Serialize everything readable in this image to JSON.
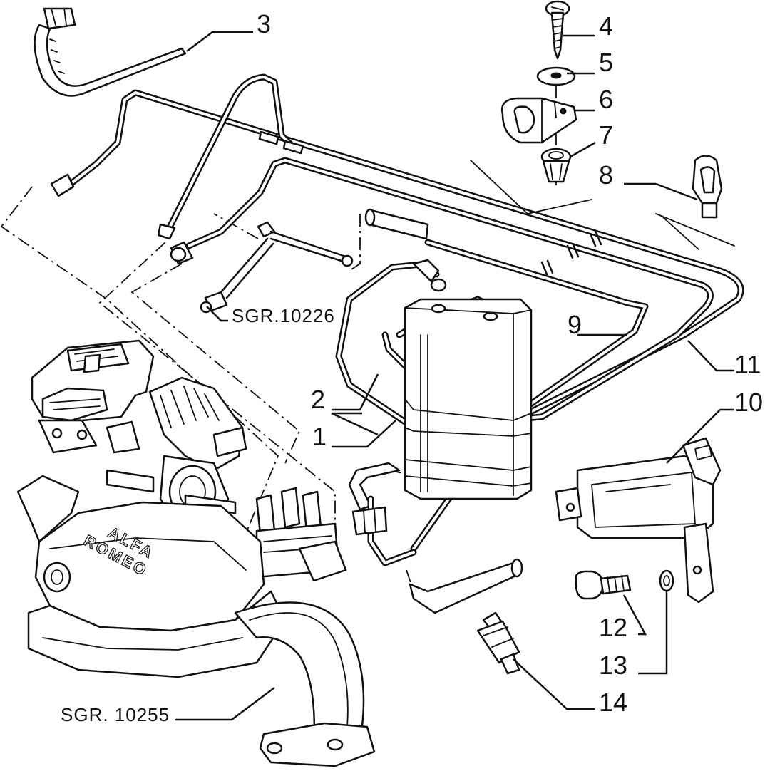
{
  "callouts": [
    {
      "id": "1",
      "label": "1"
    },
    {
      "id": "2",
      "label": "2"
    },
    {
      "id": "3",
      "label": "3"
    },
    {
      "id": "4",
      "label": "4"
    },
    {
      "id": "5",
      "label": "5"
    },
    {
      "id": "6",
      "label": "6"
    },
    {
      "id": "7",
      "label": "7"
    },
    {
      "id": "8",
      "label": "8"
    },
    {
      "id": "9",
      "label": "9"
    },
    {
      "id": "10",
      "label": "10"
    },
    {
      "id": "11",
      "label": "11"
    },
    {
      "id": "12",
      "label": "12"
    },
    {
      "id": "13",
      "label": "13"
    },
    {
      "id": "14",
      "label": "14"
    }
  ],
  "references": {
    "ref_upper": "SGR.10226",
    "ref_lower": "SGR. 10255"
  },
  "manifold_text": {
    "line1": "ALFA",
    "line2": "ROMEO"
  }
}
